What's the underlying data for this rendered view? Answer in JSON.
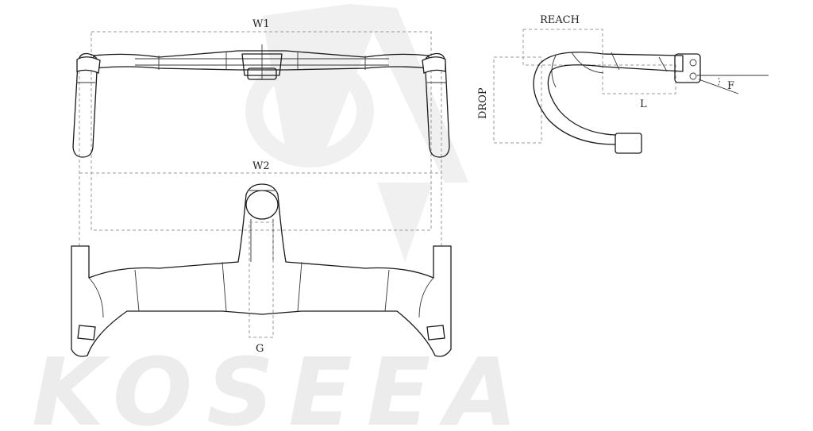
{
  "watermark": {
    "text": "KOSEEA"
  },
  "labels": {
    "w1": "W1",
    "w2": "W2",
    "g": "G",
    "reach": "REACH",
    "drop": "DROP",
    "l": "L",
    "f": "F"
  },
  "colors": {
    "line": "#1a1a1a",
    "dimension": "#9a9a9a",
    "watermark": "#ececec"
  }
}
